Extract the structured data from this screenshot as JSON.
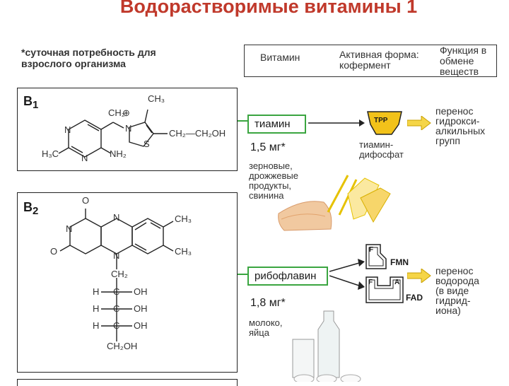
{
  "title": "Водорастворимые витамины 1",
  "legend_note": [
    "*суточная потребность для",
    "взрослого организма"
  ],
  "header": {
    "vitamin": "Витамин",
    "active_form": [
      "Активная форма:",
      "кофермент"
    ],
    "function": [
      "Функция в",
      "обмене",
      "веществ"
    ]
  },
  "vitamins": [
    {
      "label": "B",
      "index": "1",
      "name": "тиамин",
      "dose": "1,5 мг*",
      "sources": [
        "зерновые,",
        "дрожжевые",
        "продукты,",
        "свинина"
      ],
      "coenzyme": "TPP",
      "coenzyme_name": [
        "тиамин-",
        "дифосфат"
      ],
      "function": [
        "перенос",
        "гидрокси-",
        "алкильных",
        "групп"
      ],
      "structure_labels": {
        "ch3_top": "CH₃",
        "ch2_left": "CH₂",
        "chain": "CH₂—CH₂OH",
        "h3c": "H₃C",
        "nh2": "NH₂",
        "n": "N",
        "s": "S",
        "plus": "⊕"
      }
    },
    {
      "label": "B",
      "index": "2",
      "name": "рибофлавин",
      "dose": "1,8 мг*",
      "sources": [
        "молоко,",
        "яйца"
      ],
      "coenzymes": [
        "FMN",
        "FAD"
      ],
      "coenzyme_letters": {
        "f": "F",
        "a": "A"
      },
      "function": [
        "перенос",
        "водорода",
        "(в виде",
        "гидрид-",
        "иона)"
      ],
      "structure_labels": {
        "o": "O",
        "n": "N",
        "ch3": "CH₃",
        "ch2": "CH₂",
        "h": "H",
        "c": "C",
        "oh": "OH",
        "ch2oh": "CH₂OH"
      }
    }
  ],
  "colors": {
    "title": "#c0392b",
    "name_border": "#3aa540",
    "coenzyme_fill": "#f2c21a",
    "arrow_yellow": "#f5d547"
  }
}
